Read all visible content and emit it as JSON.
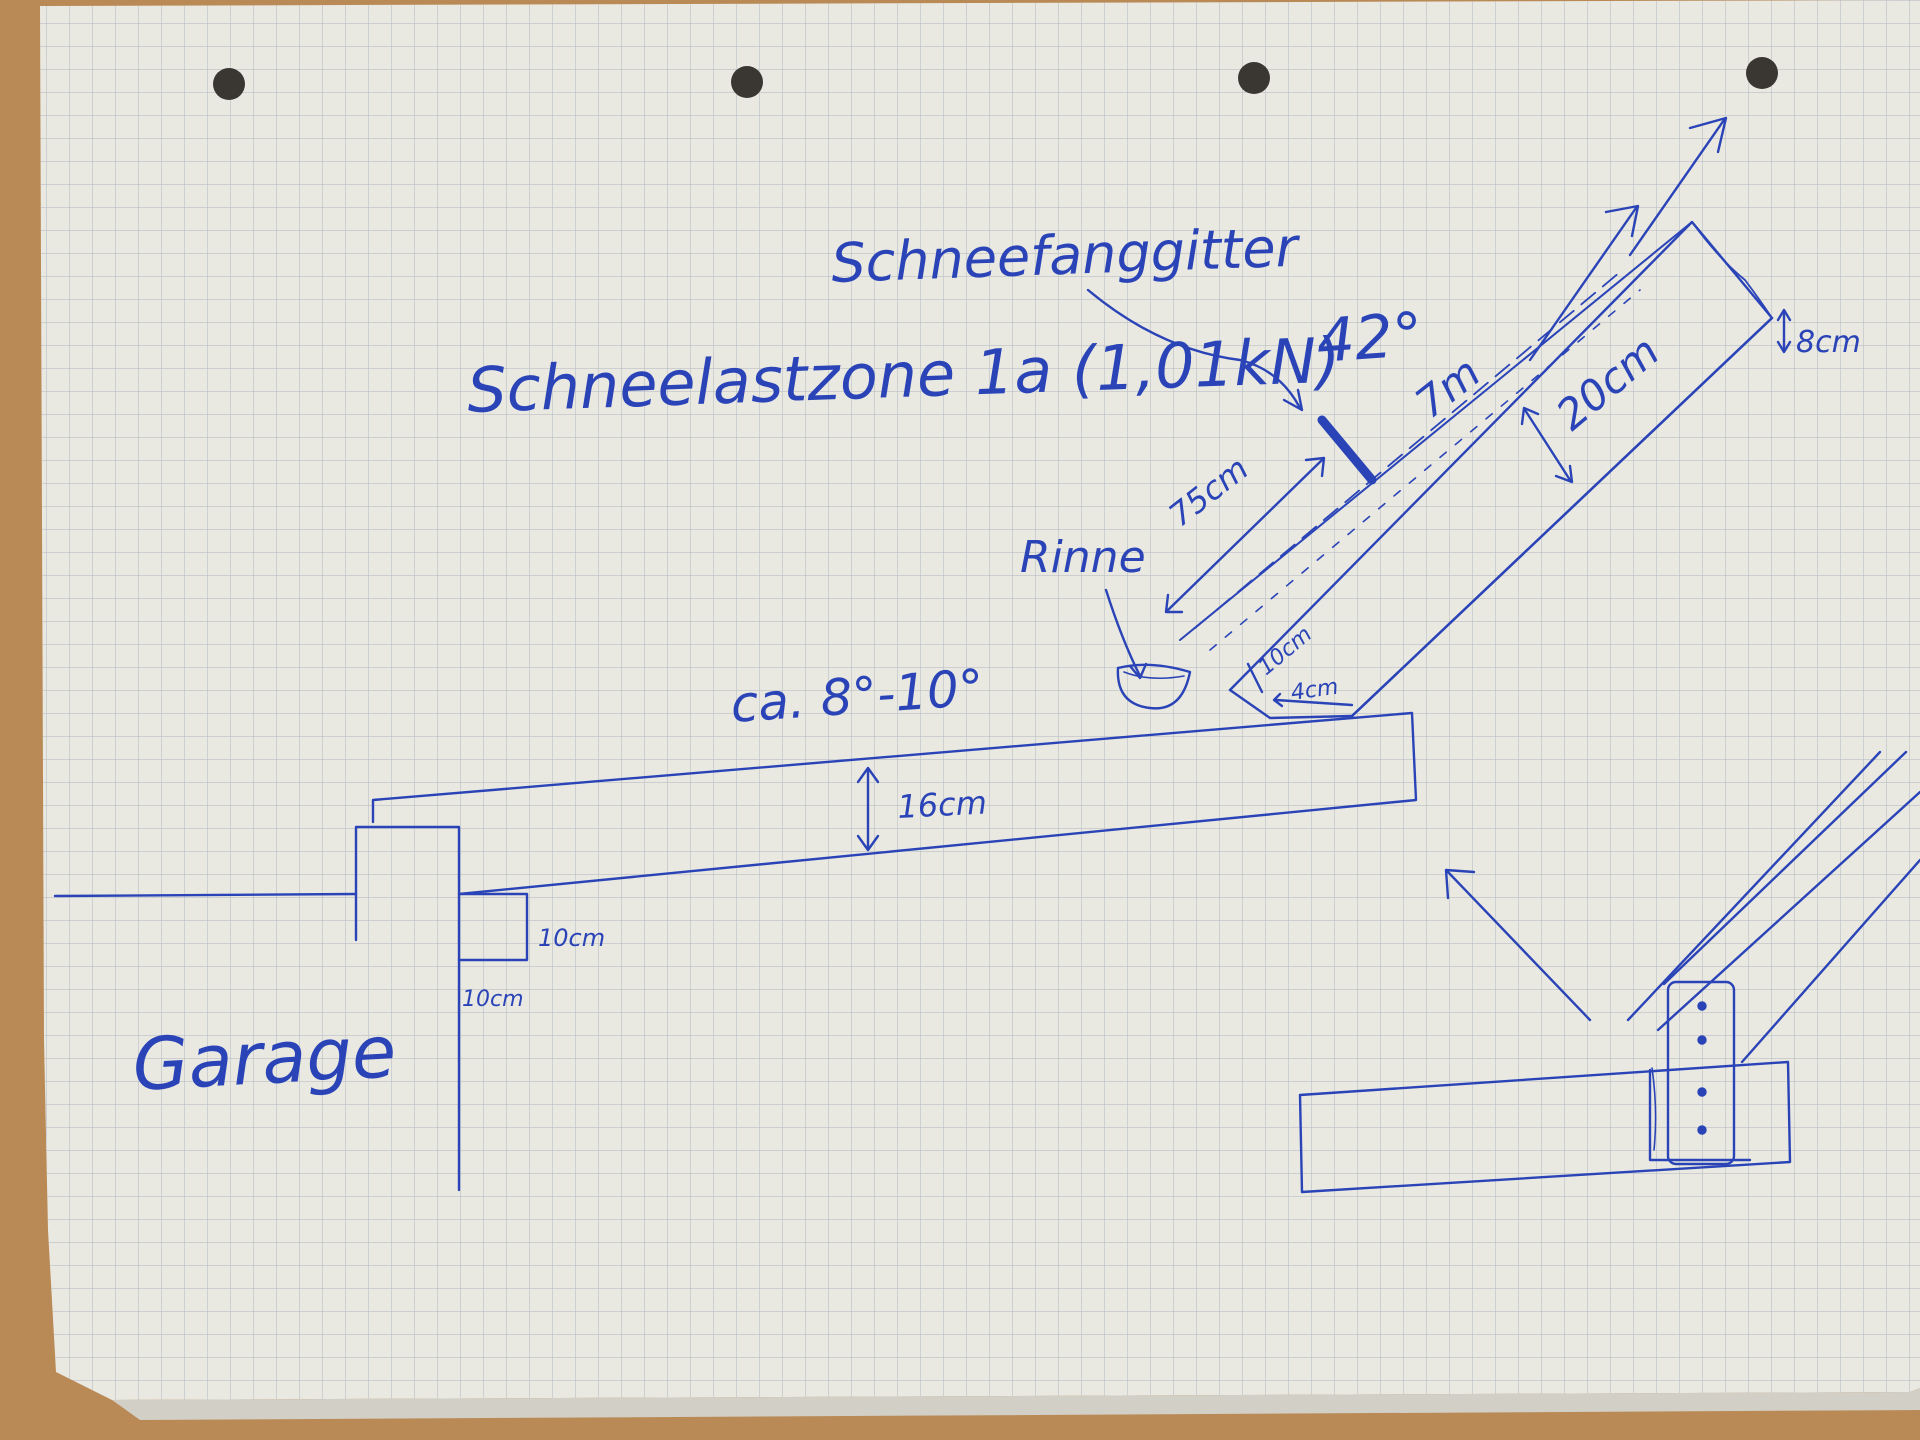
{
  "colors": {
    "desk": "#b98a55",
    "paper": "#e9e8e1",
    "grid": "#b9bfc4",
    "ink": "#2a44b8",
    "hole": "#3a3733"
  },
  "labels": {
    "snow_guard": "Schneefanggitter",
    "snow_load_zone": "Schneelastzone 1a (1,01kN)",
    "roof_angle": "42°",
    "rafter_length": "7m",
    "rafter_height": "20cm",
    "overhang": "75cm",
    "gutter": "Rinne",
    "ridge_offset": "8cm",
    "notch_depth": "10cm",
    "notch_width": "4cm",
    "flat_roof_slope": "ca. 8°-10°",
    "beam_height": "16cm",
    "ledger_height": "10cm",
    "ledger_width": "10cm",
    "garage": "Garage"
  }
}
